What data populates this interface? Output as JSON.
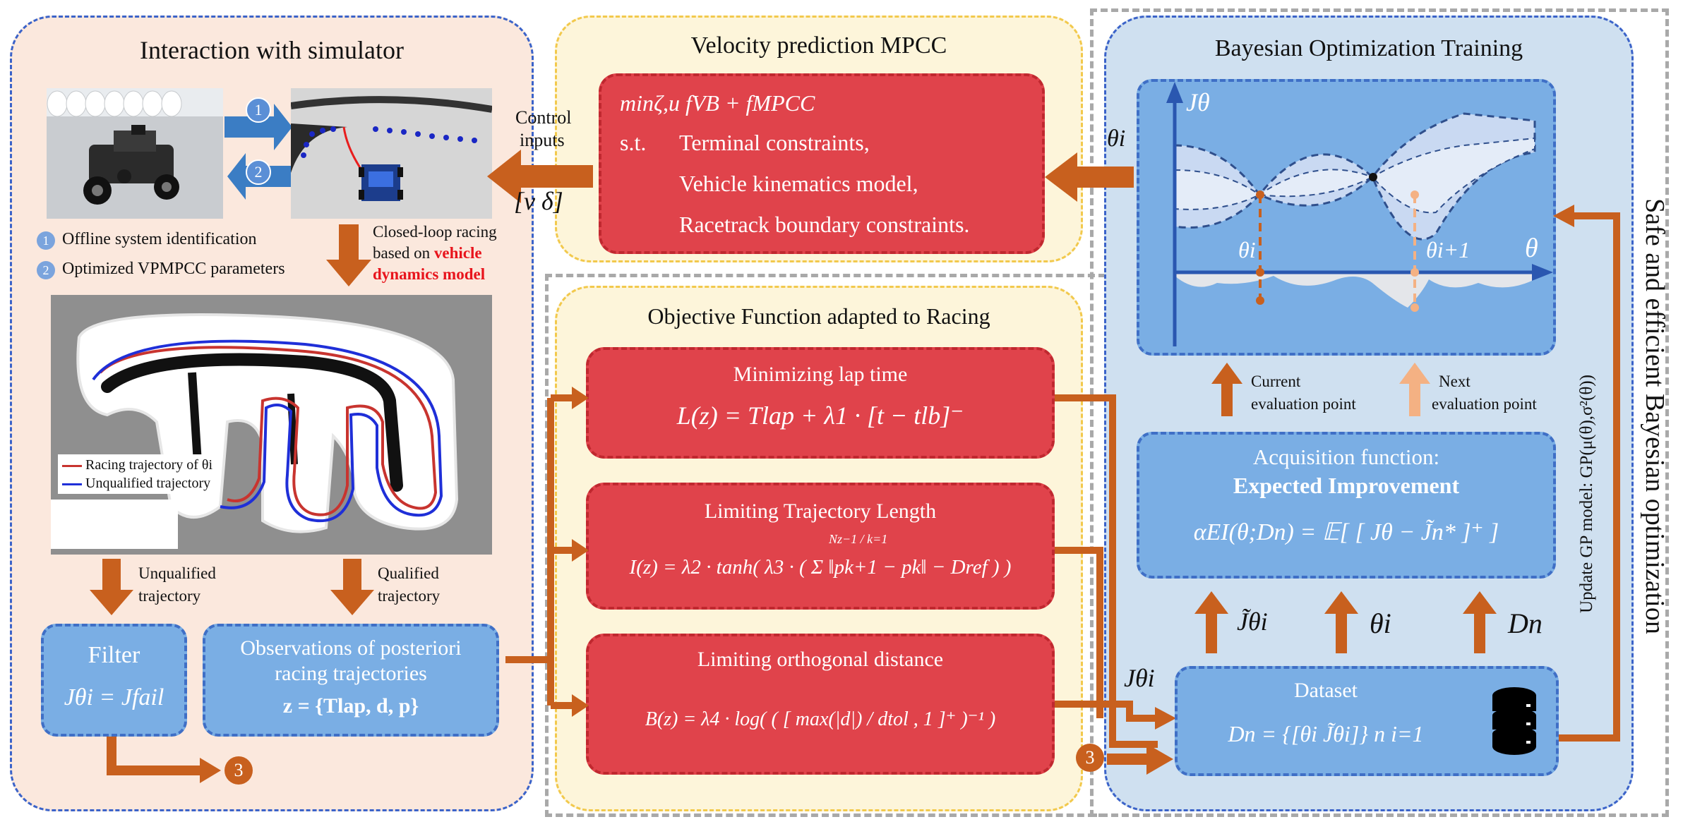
{
  "sim": {
    "title": "Interaction with simulator",
    "step1": "1",
    "step2": "2",
    "legend_item_1": "Offline system identification",
    "legend_item_2": "Optimized VPMPCC parameters",
    "closed_loop_prefix": "Closed-loop racing",
    "closed_loop_line2": "based on",
    "closed_loop_highlight_1": "vehicle",
    "closed_loop_highlight_2": "dynamics model",
    "track_legend_racing": "Racing trajectory of θi",
    "track_legend_unqualified": "Unqualified trajectory",
    "arrow_unqualified_1": "Unqualified",
    "arrow_unqualified_2": "trajectory",
    "arrow_qualified_1": "Qualified",
    "arrow_qualified_2": "trajectory",
    "filter_title": "Filter",
    "filter_eq": "Jθi = Jfail",
    "obs_title_1": "Observations of posteriori",
    "obs_title_2": "racing trajectories",
    "obs_eq": "z = {Tlap,   d,   p}",
    "connector_label": "3"
  },
  "mpcc": {
    "title": "Velocity prediction MPCC",
    "line1": "minζ,u    fVB + fMPCC",
    "line2_label": "s.t.",
    "line2": "Terminal constraints,",
    "line3": "Vehicle kinematics model,",
    "line4": "Racetrack boundary constraints.",
    "control_label_1": "Control",
    "control_label_2": "inputs",
    "control_vector": "[v    δ]"
  },
  "objective": {
    "title": "Objective Function adapted to Racing",
    "box1_title": "Minimizing lap time",
    "box1_eq": "L(z) = Tlap + λ1 · [t − tlb]⁻",
    "box2_title": "Limiting Trajectory Length",
    "box2_eq": "I(z) = λ2 · tanh( λ3 · ( Σ ‖pk+1 − pk‖ − Dref ) )",
    "box2_sum": "Nz−1 / k=1",
    "box3_title": "Limiting orthogonal distance",
    "box3_eq": "B(z) = λ4 · log( ( [ max(|d|) / dtol , 1 ]⁺ )⁻¹ )"
  },
  "bo": {
    "title": "Bayesian Optimization Training",
    "y_axis_label": "Jθ",
    "x_axis_label": "θ",
    "theta_i": "θi",
    "theta_next": "θi+1",
    "theta_input": "θi",
    "current_label_1": "Current",
    "current_label_2": "evaluation point",
    "next_label_1": "Next",
    "next_label_2": "evaluation  point",
    "acq_title": "Acquisition function:",
    "acq_subtitle": "Expected Improvement",
    "acq_eq": "αEI(θ;Dn) = 𝔼[ [ Jθ − J̃n* ]⁺ ]",
    "in_j_tilde": "J̃θi",
    "in_theta": "θi",
    "in_dataset": "Dn",
    "dataset_title": "Dataset",
    "dataset_eq": "Dn = {[θi   J̃θi]} n i=1",
    "j_theta_label": "Jθi",
    "connector_label": "3",
    "side_title": "Safe and efficient Bayesian optimization",
    "gp_update": "Update GP model: GP(μ(θ),σ²(θ))"
  },
  "colors": {
    "orange_arrow": "#c8601e",
    "red_box": "#e0434b",
    "blue_box": "#7aaee4",
    "sim_bg": "#fbe8dd",
    "yellow_bg": "#fdf5da",
    "bo_bg": "#cfe0f0"
  }
}
